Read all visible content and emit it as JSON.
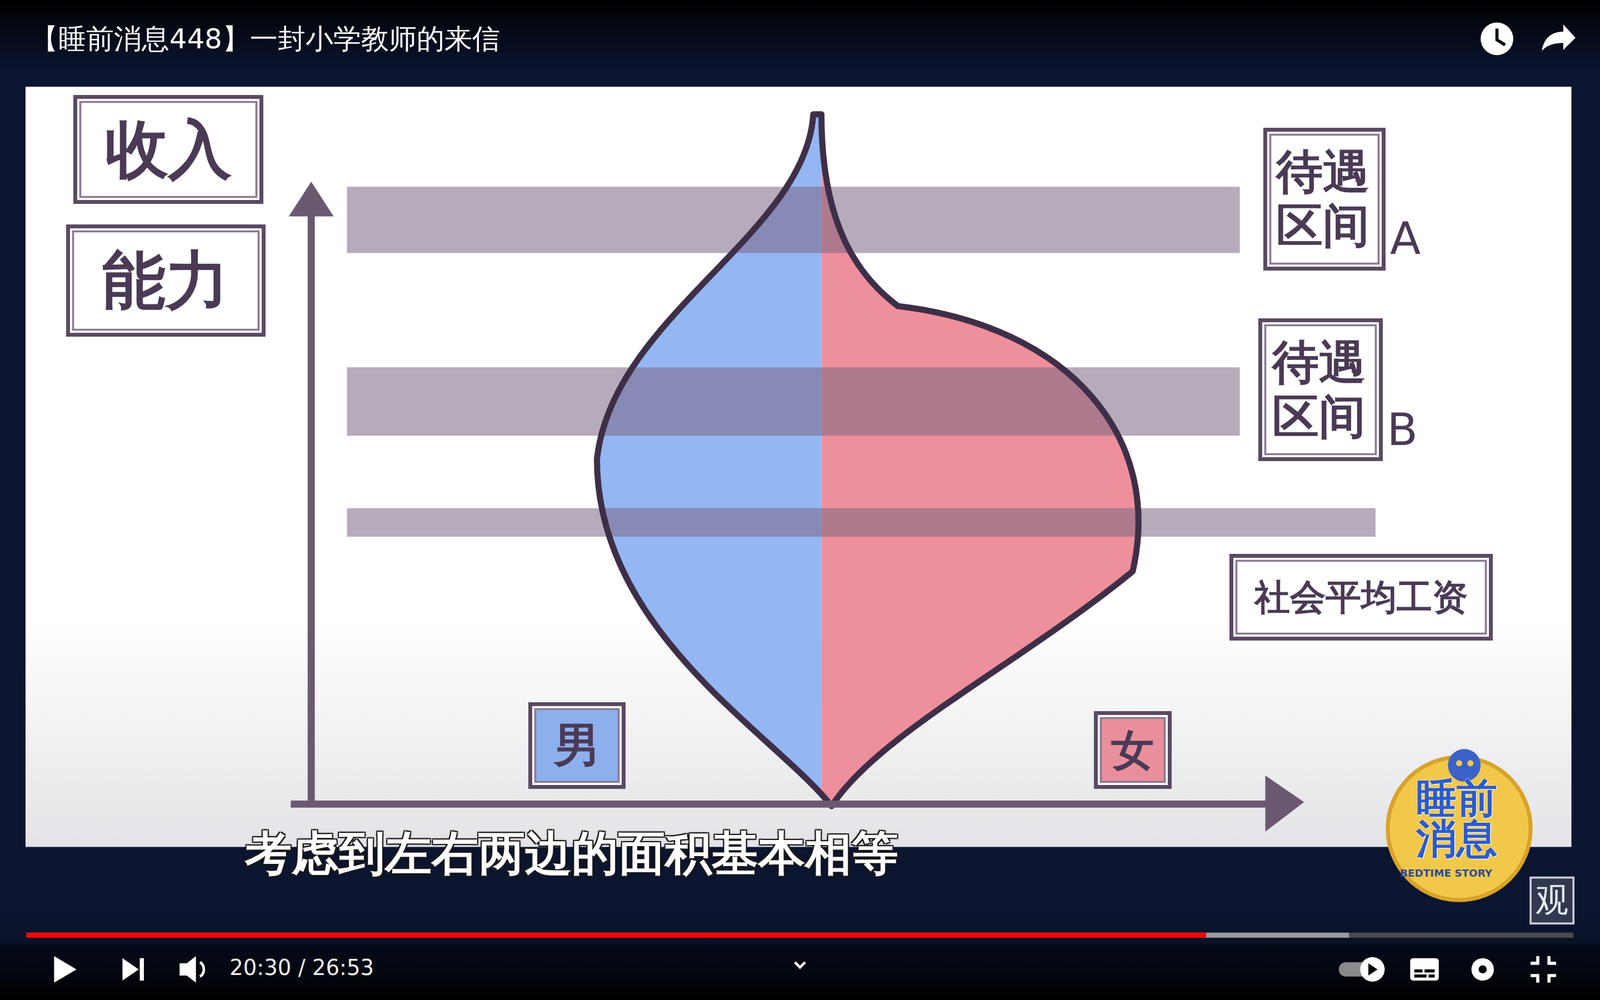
{
  "diagram": {
    "title": "【睡前消息448】一封小学教师的来信",
    "nodes": [
      {
        "text": [
          "收入"
        ]
      },
      {
        "text": [
          "能力"
        ]
      },
      {
        "text": [
          "待遇 区间",
          "A"
        ]
      },
      {
        "text": [
          "待遇 区间",
          "B"
        ]
      },
      {
        "text": [
          "社会平均工资"
        ]
      },
      {
        "text": [
          "男"
        ]
      },
      {
        "text": [
          "女"
        ]
      }
    ],
    "labels": [
      "考虑到左右两边的面积基本相等",
      "20:30 / 26:53",
      "睡前消息",
      "BEDTIME STORY",
      "观"
    ]
  }
}
